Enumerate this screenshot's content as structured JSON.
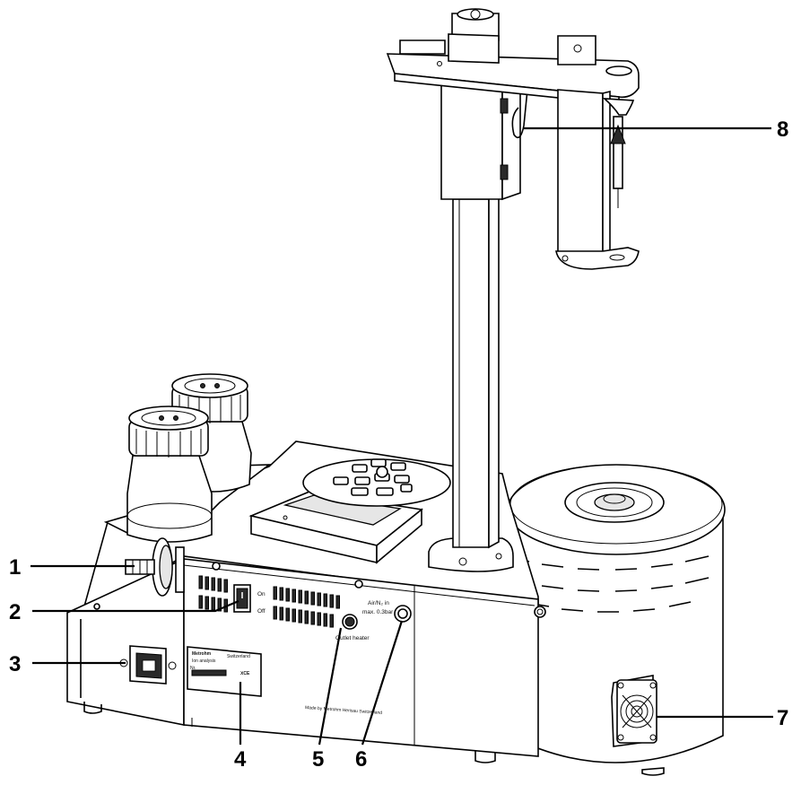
{
  "callouts": [
    "1",
    "2",
    "3",
    "4",
    "5",
    "6",
    "7",
    "8"
  ],
  "panel_labels": {
    "switch_on": "On",
    "switch_off": "Off",
    "gas_inlet_line1": "Air/N₂ in",
    "gas_inlet_line2": "max. 0.3bar",
    "outlet_heater": "Outlet heater",
    "made_by": "Made by Metrohm Herisau Switzerland",
    "brand": "Metrohm",
    "brand_sub": "Switzerland",
    "ion_analysis": "Ion analysis",
    "marks": "ⅩCE",
    "nr": "Nr."
  }
}
